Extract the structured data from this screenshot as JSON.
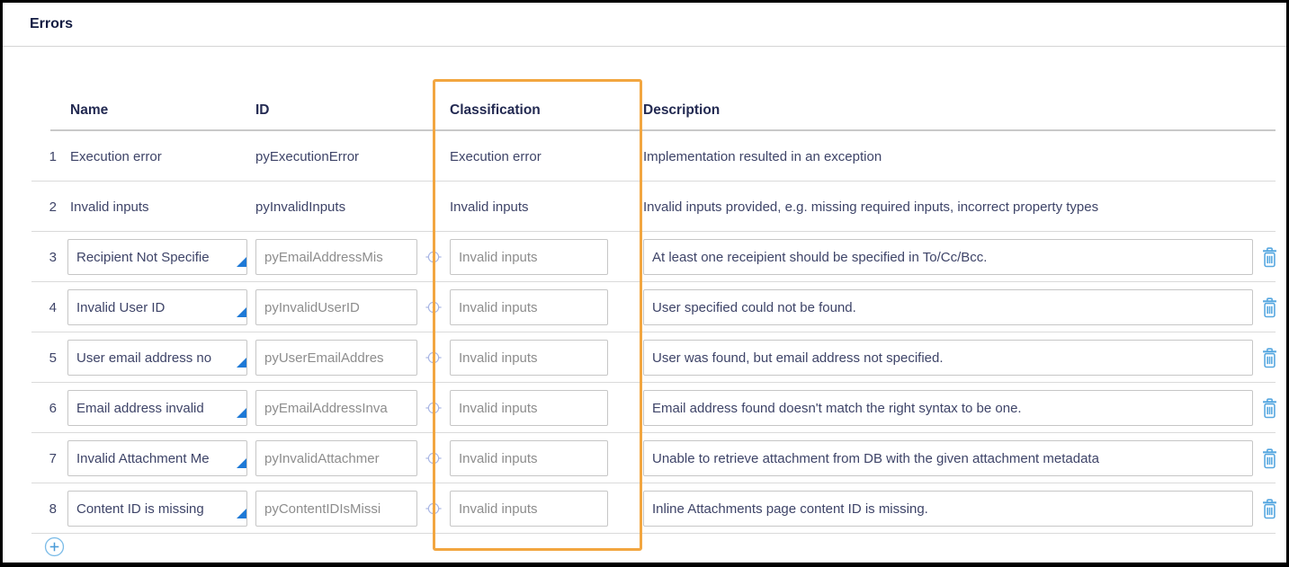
{
  "title": "Errors",
  "colors": {
    "highlight_orange": "#f2a640",
    "icon_blue": "#56a7e0",
    "crosshair_blue": "#a9b6e4",
    "corner_blue": "#1e79d6",
    "text_dark": "#3e4468"
  },
  "icons": {
    "trash": "trash-icon",
    "target": "target-crosshair-icon",
    "add": "plus-circle-icon",
    "expand": "expand-corner-icon"
  },
  "table": {
    "columns": {
      "name": "Name",
      "id": "ID",
      "classification": "Classification",
      "description": "Description"
    },
    "rows": [
      {
        "num": "1",
        "name": "Execution error",
        "id": "pyExecutionError",
        "classification": "Execution error",
        "description": "Implementation resulted in an exception"
      },
      {
        "num": "2",
        "name": "Invalid inputs",
        "id": "pyInvalidInputs",
        "classification": "Invalid inputs",
        "description": "Invalid inputs provided, e.g. missing required inputs, incorrect property types"
      },
      {
        "num": "3",
        "name": "Recipient Not Specifie",
        "id": "pyEmailAddressMis",
        "classification": "Invalid inputs",
        "description": "At least one receipient should be specified in To/Cc/Bcc."
      },
      {
        "num": "4",
        "name": "Invalid User ID",
        "id": "pyInvalidUserID",
        "classification": "Invalid inputs",
        "description": "User specified could not be found."
      },
      {
        "num": "5",
        "name": "User email address no",
        "id": "pyUserEmailAddres",
        "classification": "Invalid inputs",
        "description": "User was found, but email address not specified."
      },
      {
        "num": "6",
        "name": "Email address invalid",
        "id": "pyEmailAddressInva",
        "classification": "Invalid inputs",
        "description": "Email address found doesn't match the right syntax to be one."
      },
      {
        "num": "7",
        "name": "Invalid Attachment Me",
        "id": "pyInvalidAttachmer",
        "classification": "Invalid inputs",
        "description": "Unable to retrieve attachment from DB with the given attachment metadata"
      },
      {
        "num": "8",
        "name": "Content ID is missing",
        "id": "pyContentIDIsMissi",
        "classification": "Invalid inputs",
        "description": "Inline Attachments page content ID is missing."
      }
    ]
  }
}
